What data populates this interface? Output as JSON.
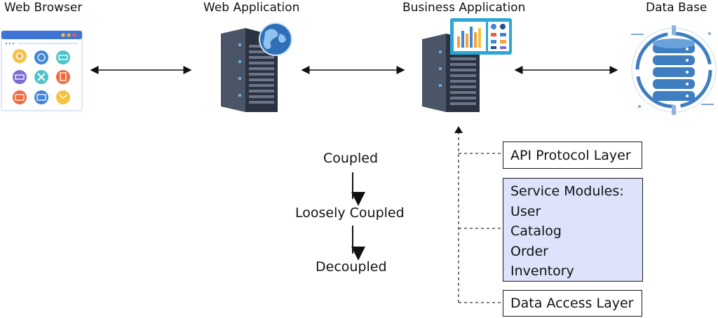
{
  "nodes": {
    "browser": "Web Browser",
    "webapp": "Web Application",
    "bizapp": "Business Application",
    "database": "Data Base"
  },
  "evolution": [
    "Coupled",
    "Loosely Coupled",
    "Decoupled"
  ],
  "layers": {
    "api": "API Protocol Layer",
    "service_title": "Service Modules:",
    "service_modules": [
      "User",
      "Catalog",
      "Order",
      "Inventory"
    ],
    "data_access": "Data Access Layer"
  },
  "colors": {
    "service_fill": "#dde3fb",
    "server_dark": "#2b3342",
    "server_light": "#4a5568",
    "globe_blue": "#2f6fb8",
    "db_blue": "#3f7fc1",
    "panel_blue": "#2aa7d6"
  }
}
